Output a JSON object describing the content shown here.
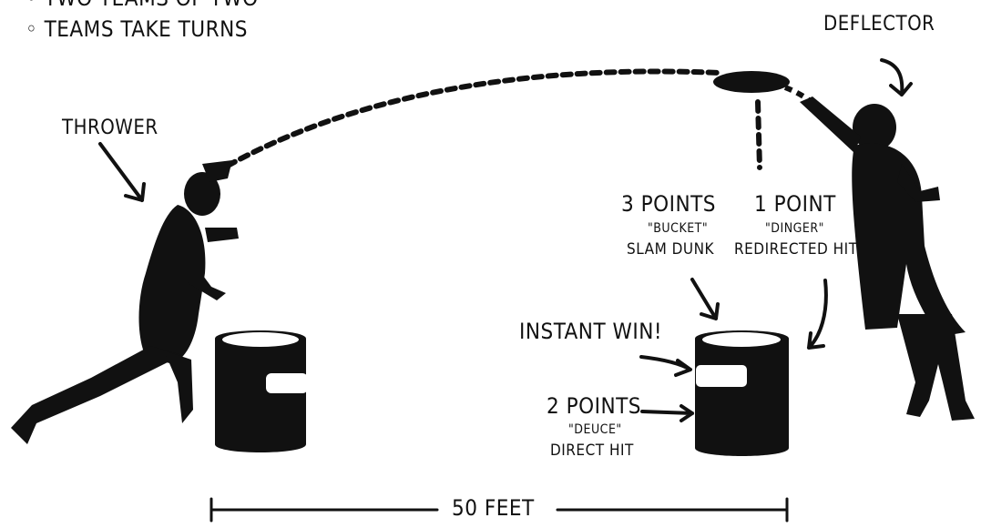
{
  "rules": {
    "cut_line": "• TWO TEAMS OF TWO",
    "line2": "◦ TEAMS TAKE TURNS"
  },
  "labels": {
    "thrower": "THROWER",
    "deflector": "DEFLECTOR",
    "instant_win": "INSTANT WIN!",
    "three": {
      "points": "3 POINTS",
      "nick": "\"BUCKET\"",
      "desc": "SLAM DUNK"
    },
    "one": {
      "points": "1 POINT",
      "nick": "\"DINGER\"",
      "desc": "REDIRECTED HIT"
    },
    "two": {
      "points": "2 POINTS",
      "nick": "\"DEUCE\"",
      "desc": "DIRECT HIT"
    },
    "distance": "50 FEET"
  }
}
